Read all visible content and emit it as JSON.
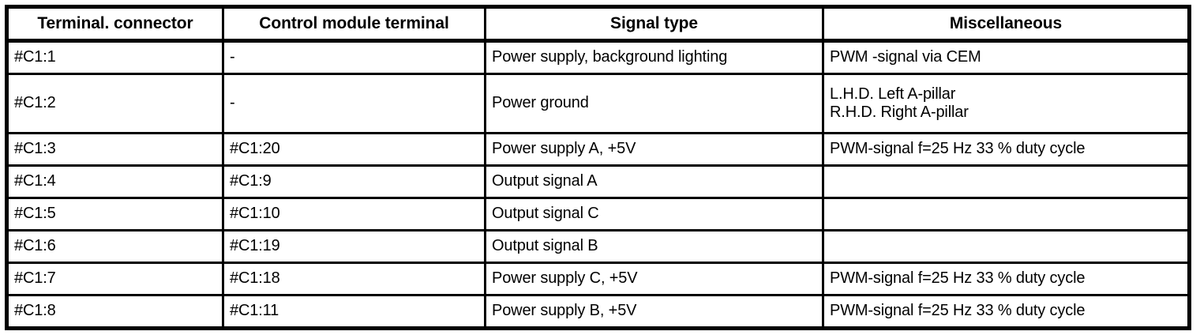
{
  "table": {
    "columns": [
      {
        "key": "terminal_connector",
        "label": "Terminal. connector",
        "align": "center"
      },
      {
        "key": "control_module_terminal",
        "label": "Control module terminal",
        "align": "center"
      },
      {
        "key": "signal_type",
        "label": "Signal type",
        "align": "center"
      },
      {
        "key": "miscellaneous",
        "label": "Miscellaneous",
        "align": "center"
      }
    ],
    "rows": [
      {
        "terminal_connector": "#C1:1",
        "control_module_terminal": "-",
        "signal_type": "Power supply, background lighting",
        "miscellaneous": "PWM -signal via CEM",
        "tall": false
      },
      {
        "terminal_connector": "#C1:2",
        "control_module_terminal": "-",
        "signal_type": "Power ground",
        "miscellaneous": "L.H.D. Left A-pillar\nR.H.D. Right A-pillar",
        "tall": true
      },
      {
        "terminal_connector": "#C1:3",
        "control_module_terminal": "#C1:20",
        "signal_type": "Power supply A, +5V",
        "miscellaneous": "PWM-signal f=25 Hz 33 % duty cycle",
        "tall": false
      },
      {
        "terminal_connector": "#C1:4",
        "control_module_terminal": "#C1:9",
        "signal_type": "Output signal A",
        "miscellaneous": "",
        "tall": false
      },
      {
        "terminal_connector": "#C1:5",
        "control_module_terminal": "#C1:10",
        "signal_type": "Output signal C",
        "miscellaneous": "",
        "tall": false
      },
      {
        "terminal_connector": "#C1:6",
        "control_module_terminal": "#C1:19",
        "signal_type": "Output signal B",
        "miscellaneous": "",
        "tall": false
      },
      {
        "terminal_connector": "#C1:7",
        "control_module_terminal": "#C1:18",
        "signal_type": "Power supply C, +5V",
        "miscellaneous": "PWM-signal f=25 Hz 33 % duty cycle",
        "tall": false
      },
      {
        "terminal_connector": "#C1:8",
        "control_module_terminal": "#C1:11",
        "signal_type": "Power supply B, +5V",
        "miscellaneous": "PWM-signal f=25 Hz 33 % duty cycle",
        "tall": false
      }
    ]
  },
  "colors": {
    "border": "#000000",
    "background": "#ffffff",
    "text": "#000000"
  }
}
